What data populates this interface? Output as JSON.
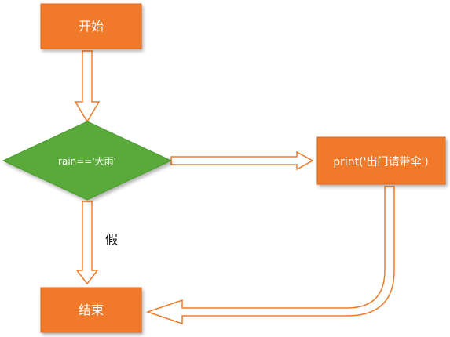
{
  "nodes": {
    "start": {
      "label": "开始"
    },
    "condition": {
      "label": "rain=='大雨'"
    },
    "action": {
      "label": "print('出门请带伞')"
    },
    "end": {
      "label": "结束"
    }
  },
  "edges": {
    "false_label": "假"
  },
  "colors": {
    "box_fill": "#f07a2a",
    "box_stroke": "#e0651a",
    "diamond_fill": "#5aaa3a",
    "diamond_stroke": "#4a9a2c",
    "arrow_fill": "#ffffff",
    "arrow_stroke": "#f07a2a"
  }
}
